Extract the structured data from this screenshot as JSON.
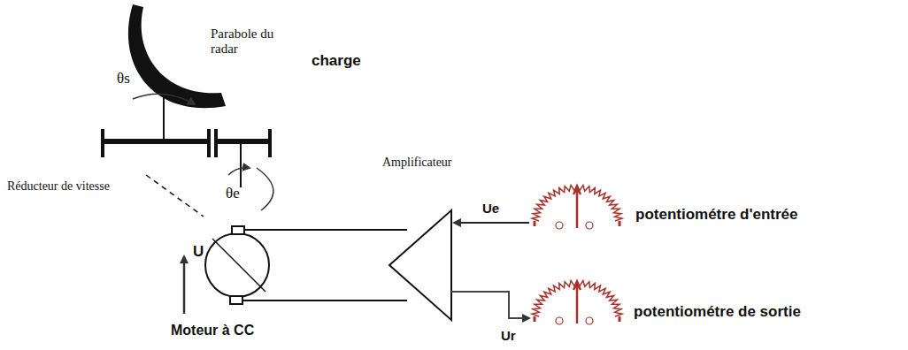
{
  "diagram": {
    "labels": [
      "Parabole du radar",
      "charge",
      "θs",
      "Réducteur de vitesse",
      "θe",
      "U",
      "Moteur à CC",
      "Amplificateur",
      "Ue",
      "potentiométre d'entrée",
      "Ur",
      "potentiométre de sortie"
    ]
  }
}
